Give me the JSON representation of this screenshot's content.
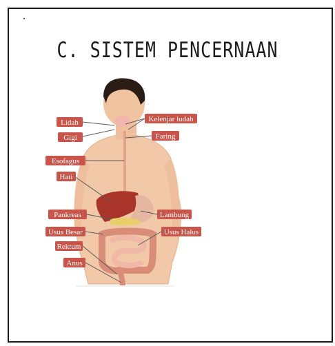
{
  "title": "C. SISTEM PENCERNAAN",
  "label_color": "#c9544a",
  "labels": [
    {
      "id": "lidah",
      "text": "Lidah"
    },
    {
      "id": "gigi",
      "text": "Gigi"
    },
    {
      "id": "kelenjar",
      "text": "Kelenjar ludah"
    },
    {
      "id": "faring",
      "text": "Faring"
    },
    {
      "id": "esofagus",
      "text": "Esofagus"
    },
    {
      "id": "hati",
      "text": "Hati"
    },
    {
      "id": "pankreas",
      "text": "Pankreas"
    },
    {
      "id": "lambung",
      "text": "Lambung"
    },
    {
      "id": "usus-besar",
      "text": "Usus Besar"
    },
    {
      "id": "usus-halus",
      "text": "Usus Halus"
    },
    {
      "id": "rektum",
      "text": "Rektum"
    },
    {
      "id": "anus",
      "text": "Anus"
    }
  ]
}
